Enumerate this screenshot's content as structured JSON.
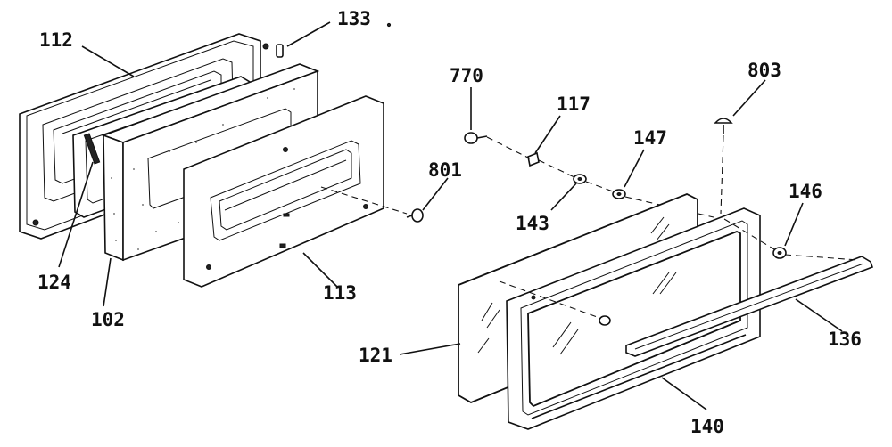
{
  "labels": {
    "p112": "112",
    "p133": "133",
    "p770": "770",
    "p117": "117",
    "p803": "803",
    "p147": "147",
    "p801": "801",
    "p146": "146",
    "p143": "143",
    "p124": "124",
    "p113": "113",
    "p102": "102",
    "p121": "121",
    "p136": "136",
    "p140": "140"
  }
}
